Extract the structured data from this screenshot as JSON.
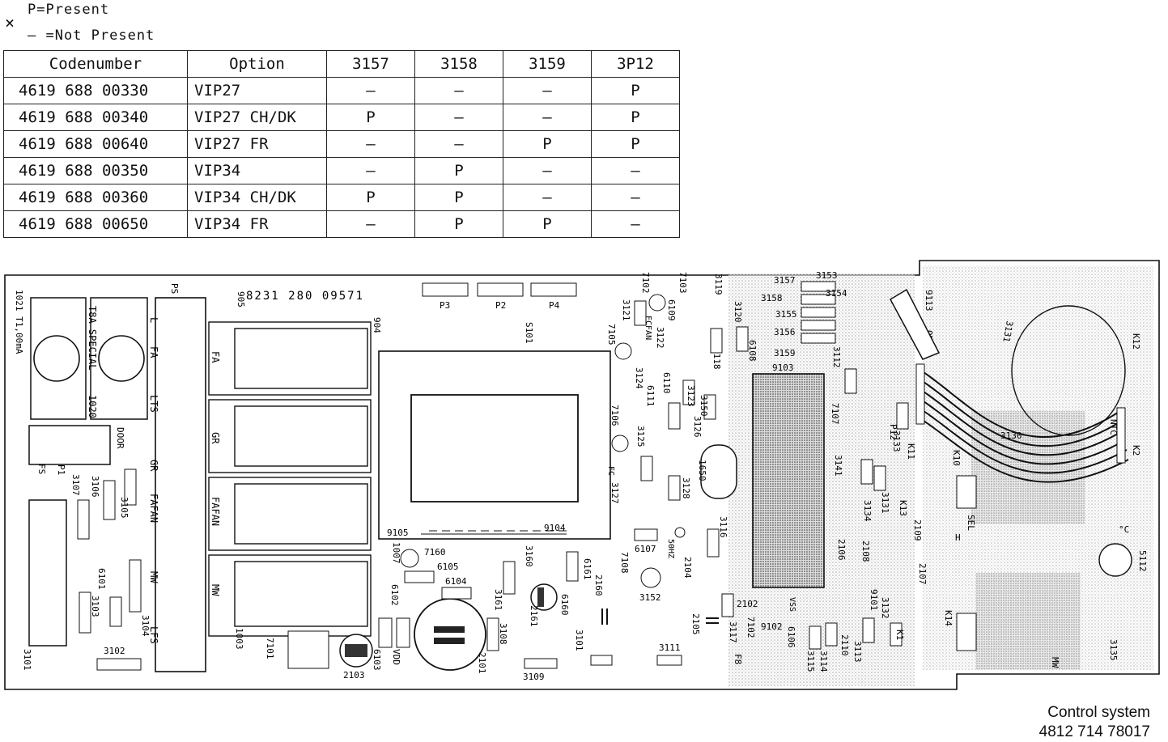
{
  "legend": {
    "marker": "×",
    "present": "P=Present",
    "not_present": "— =Not Present"
  },
  "table": {
    "headers": [
      "Codenumber",
      "Option",
      "3157",
      "3158",
      "3159",
      "3P12"
    ],
    "rows": [
      [
        "4619 688 00330",
        "VIP27",
        "—",
        "—",
        "—",
        "P"
      ],
      [
        "4619 688 00340",
        "VIP27 CH/DK",
        "P",
        "—",
        "—",
        "P"
      ],
      [
        "4619 688 00640",
        "VIP27 FR",
        "—",
        "—",
        "P",
        "P"
      ],
      [
        "4619 688 00350",
        "VIP34",
        "—",
        "P",
        "—",
        "—"
      ],
      [
        "4619 688 00360",
        "VIP34 CH/DK",
        "P",
        "P",
        "—",
        "—"
      ],
      [
        "4619 688 00650",
        "VIP34 FR",
        "—",
        "P",
        "P",
        "—"
      ]
    ]
  },
  "board": {
    "part_number": "8231 280 09571",
    "labels": {
      "ps": "PS",
      "fuse1": "1021 T1,00mA",
      "fuse2": "T8A SPECIAL",
      "fuse2_ref": "1020",
      "door": "DOOR",
      "fs": "FS",
      "p1": "P1",
      "relay_905": "905",
      "relay_904": "904",
      "s101": "S101",
      "fa": "FA",
      "gr": "GR",
      "fafan": "FAFAN",
      "mw": "MW",
      "conn_l": "L",
      "conn_fa": "FA",
      "conn_lts": "LTS",
      "conn_gr": "GR",
      "conn_fafan": "FAFAN",
      "conn_mw": "MW",
      "conn_lfs": "LFS",
      "p3": "P3",
      "p2": "P2",
      "p4": "P4",
      "ic": "9103",
      "k1": "K1",
      "k2": "K2",
      "k10": "K10",
      "k11": "K11",
      "k12": "K12",
      "k13": "K13",
      "k14": "K14",
      "p12": "P12",
      "ref_3101": "3101",
      "ref_3102": "3102",
      "ref_3103": "3103",
      "ref_3104": "3104",
      "ref_3105": "3105",
      "ref_3106": "3106",
      "ref_3107": "3107",
      "ref_6101": "6101",
      "ref_1003": "1003",
      "ref_7101": "7101",
      "ref_2103": "2103",
      "ref_6103": "6103",
      "ref_6102": "6102",
      "ref_6105": "6105",
      "ref_7160": "7160",
      "ref_1007": "1007",
      "ref_9105": "9105",
      "ref_9104": "9104",
      "ref_6104": "6104",
      "ref_3160": "3160",
      "ref_3161": "3161",
      "ref_6160": "6160",
      "ref_2161": "2161",
      "ref_6161": "6161",
      "ref_3108": "3108",
      "ref_3109": "3109",
      "ref_2101": "2101",
      "ref_2160": "2160",
      "ref_7108": "7108",
      "ref_3101b": "3101",
      "ref_6107": "6107",
      "ref_3152": "3152",
      "ref_3111": "3111",
      "ref_50hz": "50HZ",
      "ref_2104": "2104",
      "ref_2105": "2105",
      "ref_3116": "3116",
      "ref_3128": "3128",
      "ref_1650": "1650",
      "ref_3127": "3127",
      "ref_7106": "7106",
      "ref_3125": "3125",
      "ref_3124": "3124",
      "ref_6111": "6111",
      "ref_6110": "6110",
      "ref_3123": "3123",
      "ref_3126": "3126",
      "ref_3150": "3150",
      "ref_3118": "3118",
      "ref_3119": "3119",
      "ref_3120": "3120",
      "ref_6108": "6108",
      "ref_7103": "7103",
      "ref_6109": "6109",
      "ref_3121": "3121",
      "ref_3122": "3122",
      "ref_7102": "7102",
      "ref_7105": "7105",
      "ref_3157": "3157",
      "ref_3153": "3153",
      "ref_3154": "3154",
      "ref_3155": "3155",
      "ref_3156": "3156",
      "ref_3158": "3158",
      "ref_3159": "3159",
      "ref_3112": "3112",
      "ref_7107": "7107",
      "ref_3141": "3141",
      "ref_3133": "3133",
      "ref_3134": "3134",
      "ref_3131": "3131",
      "ref_2106": "2106",
      "ref_2108": "2108",
      "ref_2109": "2109",
      "ref_2107": "2107",
      "ref_9101": "9101",
      "ref_3132": "3132",
      "ref_2102": "2102",
      "ref_3117": "3117",
      "ref_7102b": "7102",
      "ref_6106": "6106",
      "ref_3115": "3115",
      "ref_3114": "3114",
      "ref_2110": "2110",
      "ref_3113": "3113",
      "ref_3135": "3135",
      "ref_3130": "3130",
      "ref_3131b": "3131",
      "ref_5112": "5112",
      "ref_9113": "9113",
      "ref_9102": "9102",
      "vdd": "VDD",
      "vss": "VSS",
      "ntc": "NTC",
      "sel": "SEL",
      "f8": "F8",
      "fc": "FC",
      "fcfan": "FCFAN",
      "on_label": "ON",
      "deg": "°C",
      "mw_small": "MW",
      "h_label": "H"
    }
  },
  "caption": {
    "title": "Control system",
    "number": "4812 714 78017"
  }
}
